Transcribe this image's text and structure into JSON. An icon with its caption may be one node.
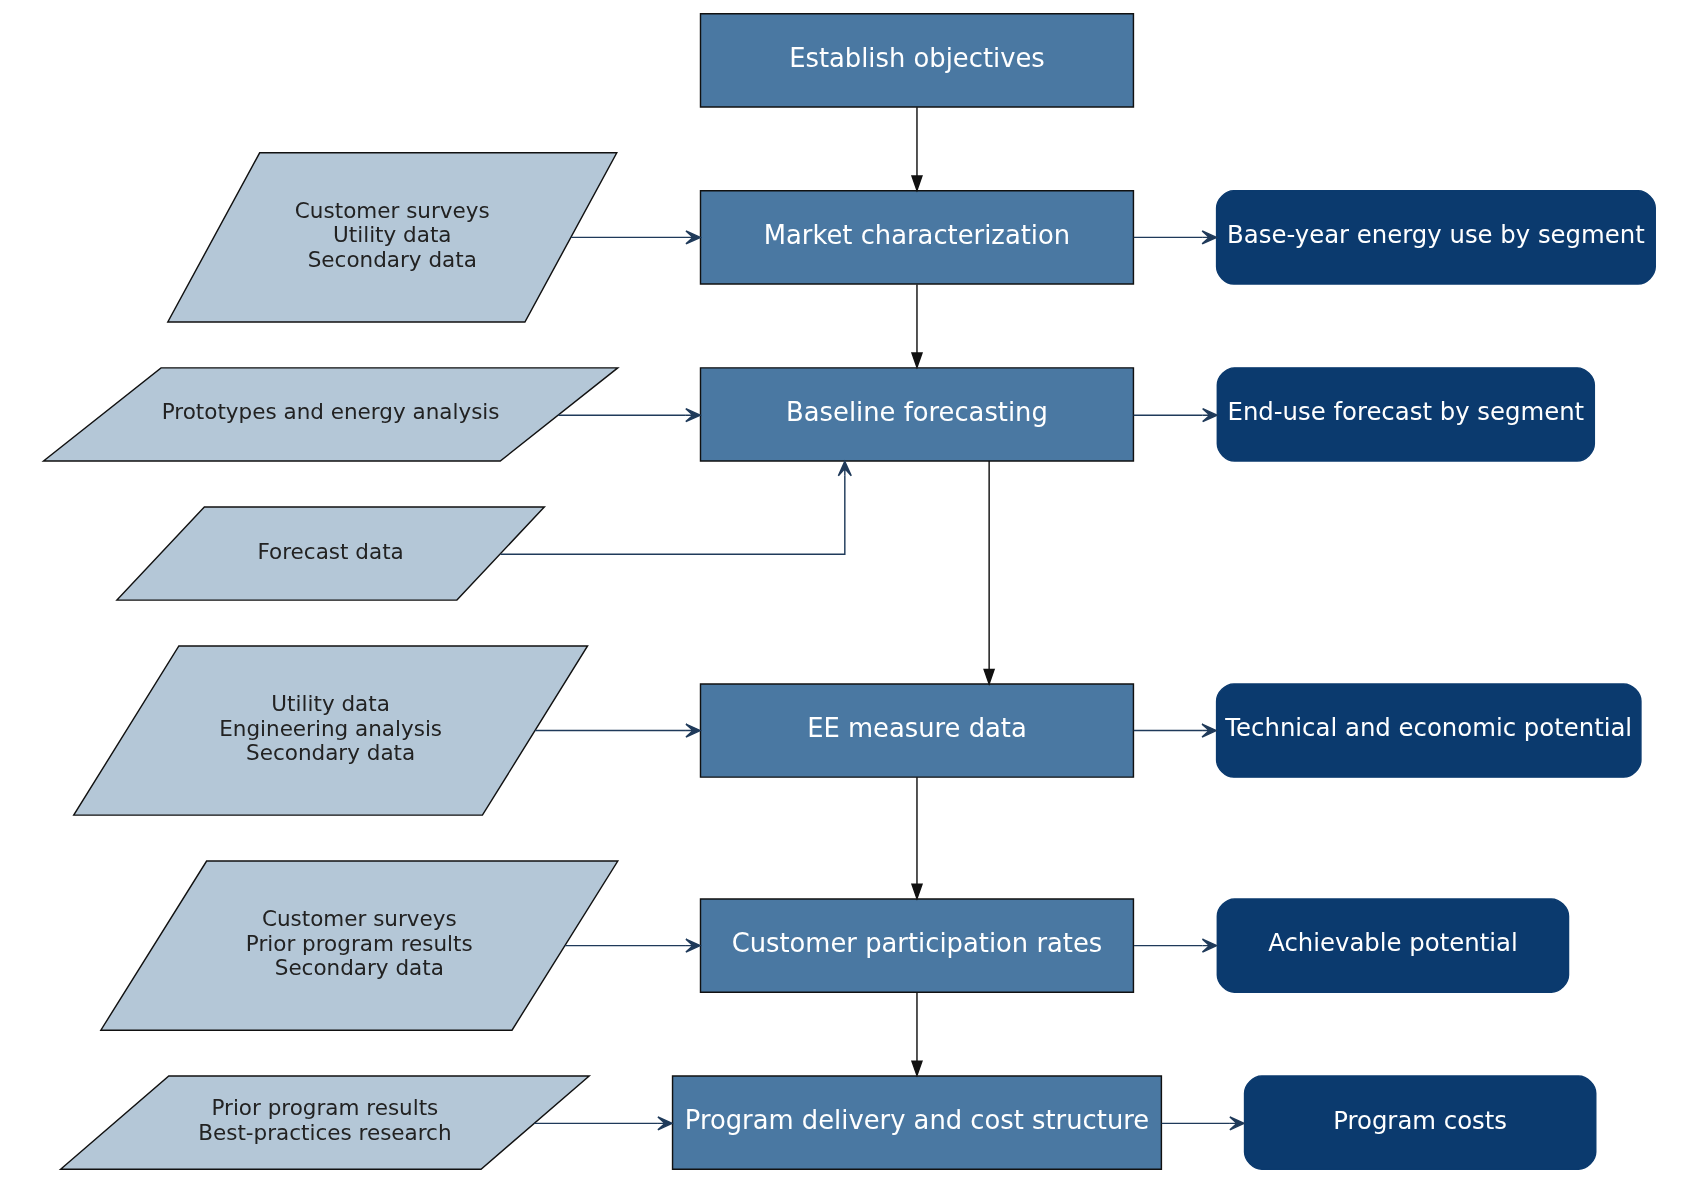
{
  "diagram": {
    "nodes": [
      {
        "text": [
          "Establish objectives"
        ]
      },
      {
        "text": [
          "Customer surveys",
          "Utility data",
          "Secondary data"
        ]
      },
      {
        "text": [
          "Market characterization"
        ]
      },
      {
        "text": [
          "Base-year energy use by segment"
        ]
      },
      {
        "text": [
          "Prototypes and energy analysis"
        ]
      },
      {
        "text": [
          "Baseline forecasting"
        ]
      },
      {
        "text": [
          "End-use forecast by segment"
        ]
      },
      {
        "text": [
          "Forecast data"
        ]
      },
      {
        "text": [
          "Utility data",
          "Engineering analysis",
          "Secondary data"
        ]
      },
      {
        "text": [
          "EE measure data"
        ]
      },
      {
        "text": [
          "Technical and economic potential"
        ]
      },
      {
        "text": [
          "Customer surveys",
          "Prior program results",
          "Secondary data"
        ]
      },
      {
        "text": [
          "Customer participation rates"
        ]
      },
      {
        "text": [
          "Achievable potential"
        ]
      },
      {
        "text": [
          "Prior program results",
          "Best-practices research"
        ]
      },
      {
        "text": [
          "Program delivery and cost structure"
        ]
      },
      {
        "text": [
          "Program costs"
        ]
      }
    ],
    "edges": [
      {
        "from": 0,
        "to": 2,
        "arrow": "to"
      },
      {
        "from": 1,
        "to": 2,
        "arrow": "to"
      },
      {
        "from": 2,
        "to": 3,
        "arrow": "to"
      },
      {
        "from": 2,
        "to": 5,
        "arrow": "to"
      },
      {
        "from": 4,
        "to": 5,
        "arrow": "to"
      },
      {
        "from": 7,
        "to": 5,
        "arrow": "to"
      },
      {
        "from": 5,
        "to": 6,
        "arrow": "to"
      },
      {
        "from": 5,
        "to": 9,
        "arrow": "to"
      },
      {
        "from": 8,
        "to": 9,
        "arrow": "to"
      },
      {
        "from": 9,
        "to": 10,
        "arrow": "to"
      },
      {
        "from": 9,
        "to": 12,
        "arrow": "to"
      },
      {
        "from": 11,
        "to": 12,
        "arrow": "to"
      },
      {
        "from": 12,
        "to": 13,
        "arrow": "to"
      },
      {
        "from": 12,
        "to": 15,
        "arrow": "to"
      },
      {
        "from": 14,
        "to": 15,
        "arrow": "to"
      },
      {
        "from": 15,
        "to": 16,
        "arrow": "to"
      }
    ]
  }
}
